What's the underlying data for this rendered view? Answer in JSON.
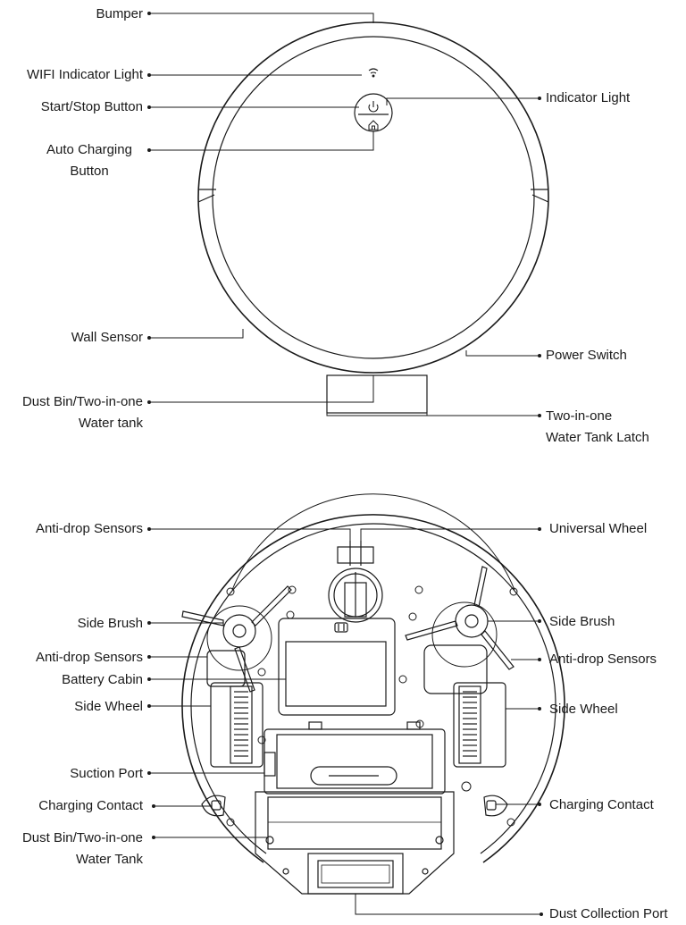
{
  "top_view": {
    "labels": {
      "bumper": "Bumper",
      "wifi_indicator": "WIFI Indicator Light",
      "start_stop": "Start/Stop Button",
      "auto_charging_1": "Auto Charging",
      "auto_charging_2": "Button",
      "indicator_light": "Indicator Light",
      "wall_sensor": "Wall Sensor",
      "power_switch": "Power Switch",
      "dust_bin_1": "Dust Bin/Two-in-one",
      "dust_bin_2": "Water tank",
      "latch_1": "Two-in-one",
      "latch_2": "Water Tank Latch"
    }
  },
  "bottom_view": {
    "labels": {
      "anti_drop_top": "Anti-drop Sensors",
      "universal_wheel": "Universal Wheel",
      "side_brush_left": "Side Brush",
      "side_brush_right": "Side Brush",
      "anti_drop_left": "Anti-drop Sensors",
      "anti_drop_right": "Anti-drop Sensors",
      "battery_cabin": "Battery Cabin",
      "side_wheel_left": "Side Wheel",
      "side_wheel_right": "Side Wheel",
      "suction_port": "Suction Port",
      "charging_contact_left": "Charging Contact",
      "charging_contact_right": "Charging Contact",
      "dust_bin_1": "Dust Bin/Two-in-one",
      "dust_bin_2": "Water Tank",
      "dust_collection_port": "Dust Collection Port"
    }
  },
  "icons": [
    "wifi-icon",
    "power-icon",
    "home-icon"
  ],
  "colors": {
    "line": "#1a1a1a",
    "background": "#ffffff"
  }
}
